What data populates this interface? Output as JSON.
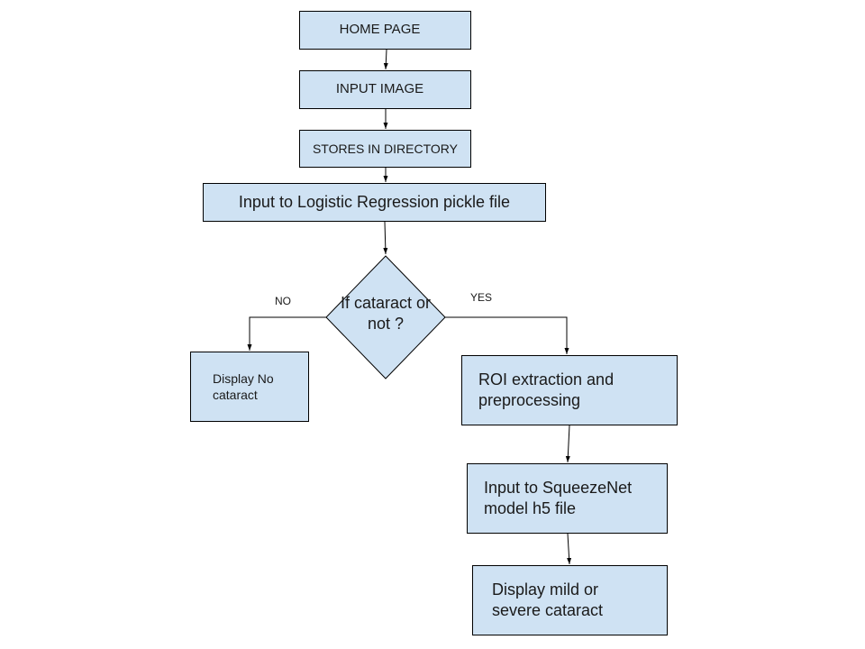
{
  "diagram": {
    "nodes": {
      "home": "HOME PAGE",
      "input_image": "INPUT IMAGE",
      "stores": "STORES IN DIRECTORY",
      "logistic": "Input to Logistic Regression pickle file",
      "decision": "If cataract or not ?",
      "no_cataract": "Display No cataract",
      "roi": "ROI extraction and preprocessing",
      "squeezenet": "Input to SqueezeNet model h5 file",
      "display_result": "Display mild or severe cataract"
    },
    "edge_labels": {
      "no": "NO",
      "yes": "YES"
    },
    "colors": {
      "box_fill": "#cfe2f3",
      "stroke": "#000000"
    }
  }
}
